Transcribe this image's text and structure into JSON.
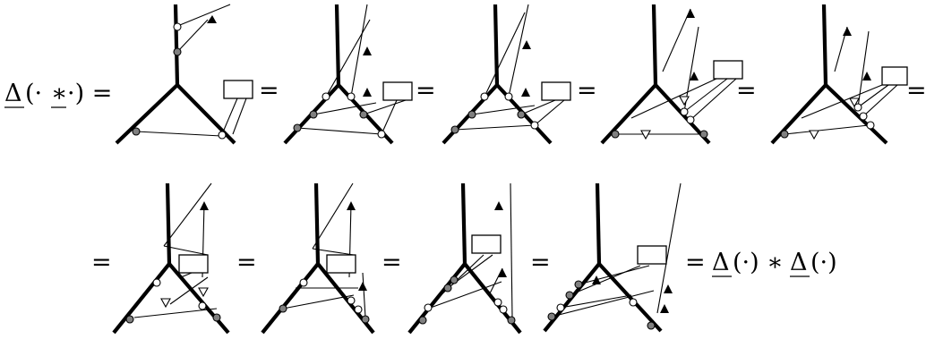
{
  "lhs": {
    "delta": "Δ",
    "open": "(·",
    "star": "∗",
    "close": "·) ="
  },
  "equals": "=",
  "rhs": {
    "delta1": "Δ",
    "arg1": "(·) ∗",
    "delta2": "Δ",
    "arg2": "(·)"
  },
  "colors": {
    "gray_vertex": "#808080",
    "ink": "#000000"
  }
}
